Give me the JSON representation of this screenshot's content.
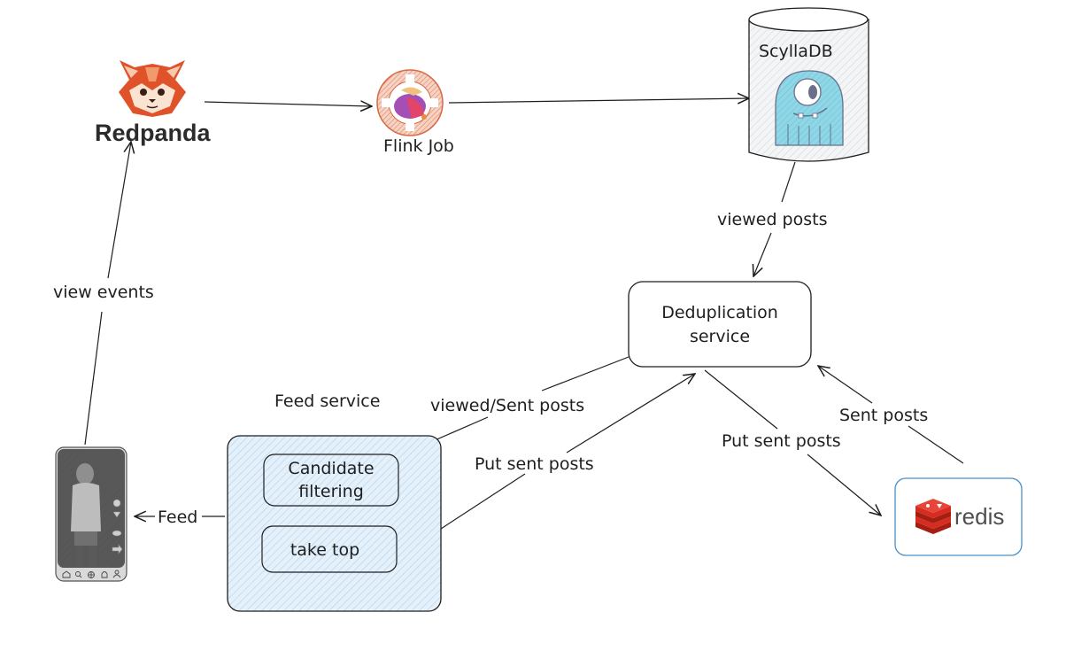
{
  "diagram": {
    "nodes": {
      "redpanda": {
        "label": "Redpanda",
        "icon": "red-panda-logo"
      },
      "flink": {
        "label": "Flink Job",
        "icon": "flink-squirrel-gear"
      },
      "scylla": {
        "label": "ScyllaDB",
        "icon": "scylla-monster"
      },
      "dedup": {
        "label_line1": "Deduplication",
        "label_line2": "service"
      },
      "feed_service": {
        "label": "Feed service"
      },
      "candidate": {
        "label_line1": "Candidate",
        "label_line2": "filtering"
      },
      "take_top": {
        "label": "take top"
      },
      "redis": {
        "label": "redis",
        "icon": "redis-logo"
      },
      "phone": {
        "icon": "mobile-feed-mockup",
        "nav_icons": [
          "home-icon",
          "search-icon",
          "compass-icon",
          "bell-icon",
          "user-icon"
        ]
      }
    },
    "edges": {
      "view_events": "view events",
      "viewed_posts": "viewed posts",
      "viewed_sent_posts": "viewed/Sent posts",
      "put_sent_posts_feed": "Put sent posts",
      "put_sent_posts_redis": "Put sent posts",
      "sent_posts": "Sent posts",
      "feed": "Feed"
    },
    "colors": {
      "stroke": "#1e1e1e",
      "feed_fill": "#dbeaf6",
      "scylla_fill": "#eef0f2",
      "scylla_monster": "#7fcfe0",
      "redis_border": "#4a90c8",
      "redis_red": "#d82c20",
      "redpanda_orange": "#e0522a",
      "flink_orange": "#e4805e"
    }
  }
}
